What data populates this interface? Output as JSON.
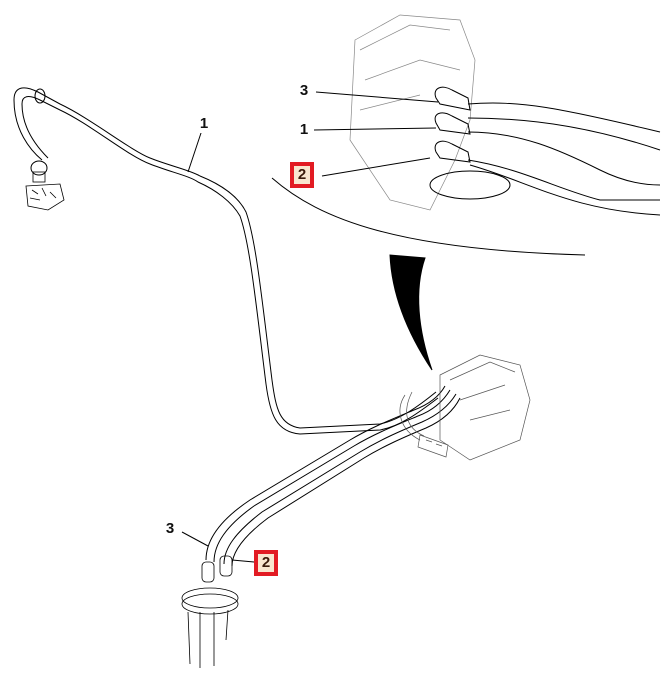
{
  "diagram": {
    "type": "parts-callout",
    "description": "Fuel line routing from tank pump module to engine fuel pump, with magnified detail inset",
    "colors": {
      "line": "#000000",
      "highlight_border": "#e21b23",
      "highlight_fill": "#f9e6cf"
    },
    "callouts": [
      {
        "id": "c1-main",
        "text": "1",
        "highlighted": false
      },
      {
        "id": "c3-inset",
        "text": "3",
        "highlighted": false
      },
      {
        "id": "c1-inset",
        "text": "1",
        "highlighted": false
      },
      {
        "id": "c2-inset",
        "text": "2",
        "highlighted": true
      },
      {
        "id": "c3-bottom",
        "text": "3",
        "highlighted": false
      },
      {
        "id": "c2-bottom",
        "text": "2",
        "highlighted": true
      }
    ]
  }
}
